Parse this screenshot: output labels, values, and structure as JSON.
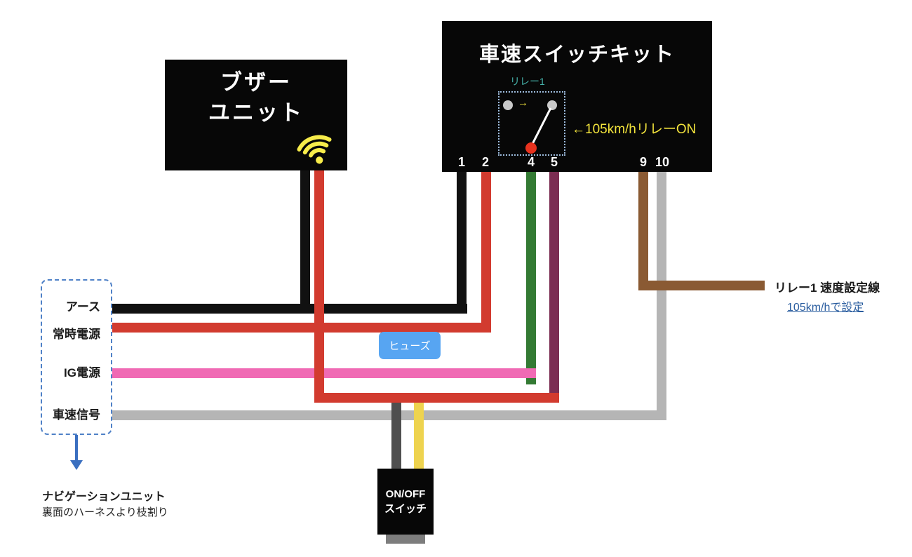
{
  "buzzer_unit": {
    "title_line1": "ブザー",
    "title_line2": "ユニット"
  },
  "switch_kit": {
    "title": "車速スイッチキット",
    "relay_label": "リレー1",
    "relay_arrow": "→",
    "relay_annotation": "←105km/hリレーON",
    "pins": [
      "1",
      "2",
      "4",
      "5",
      "9",
      "10"
    ]
  },
  "fuse": {
    "label": "ヒューズ"
  },
  "onoff_switch": {
    "line1": "ON/OFF",
    "line2": "スイッチ"
  },
  "nav_box": {
    "labels": [
      "アース",
      "常時電源",
      "IG電源",
      "車速信号"
    ],
    "caption_title": "ナビゲーションユニット",
    "caption_sub": "裏面のハーネスより枝割り"
  },
  "relay_note": {
    "title": "リレー1 速度設定線",
    "sub": "105km/hで設定"
  },
  "colors": {
    "wire_ground": "#111111",
    "wire_power": "#d23b2f",
    "wire_kit_green": "#337a33",
    "wire_kit_purple": "#7b2d52",
    "wire_ig": "#f06ab4",
    "wire_relay_set": "#8a5a33",
    "wire_speed_signal": "#b5b5b5",
    "wire_switch_gray": "#4f4f4f",
    "wire_switch_yellow": "#eed34f",
    "fuse_bg": "#57a5f2",
    "nav_accent": "#3a6fc0",
    "link_blue": "#2a5d9f",
    "relay_teal": "#45b0a8",
    "annotation_yellow": "#f2e33c",
    "wifi_yellow": "#f7ec4a"
  }
}
